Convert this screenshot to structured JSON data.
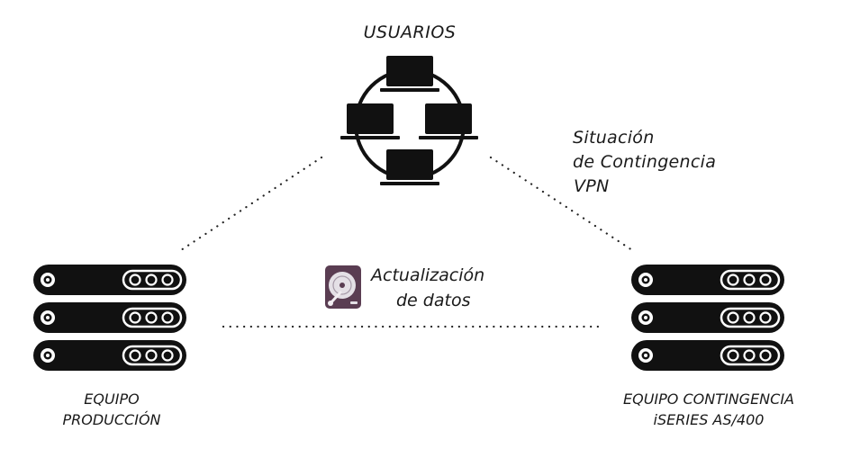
{
  "labels": {
    "usuarios": "USUARIOS",
    "situacion_line1": "Situación",
    "situacion_line2": "de Contingencia",
    "situacion_line3": "VPN",
    "actualizacion_line1": "Actualización",
    "actualizacion_line2": "de datos",
    "produccion_line1": "EQUIPO",
    "produccion_line2": "PRODUCCIÓN",
    "contingencia_line1": "EQUIPO CONTINGENCIA",
    "contingencia_line2": "iSERIES AS/400"
  },
  "icons": {
    "users": "laptop-ring-icon",
    "sync": "hard-disk-icon",
    "server": "server-rack-icon"
  },
  "colors": {
    "ink": "#111111",
    "text": "#1a1a1a",
    "disk_body": "#5a3d52",
    "background": "#ffffff"
  }
}
